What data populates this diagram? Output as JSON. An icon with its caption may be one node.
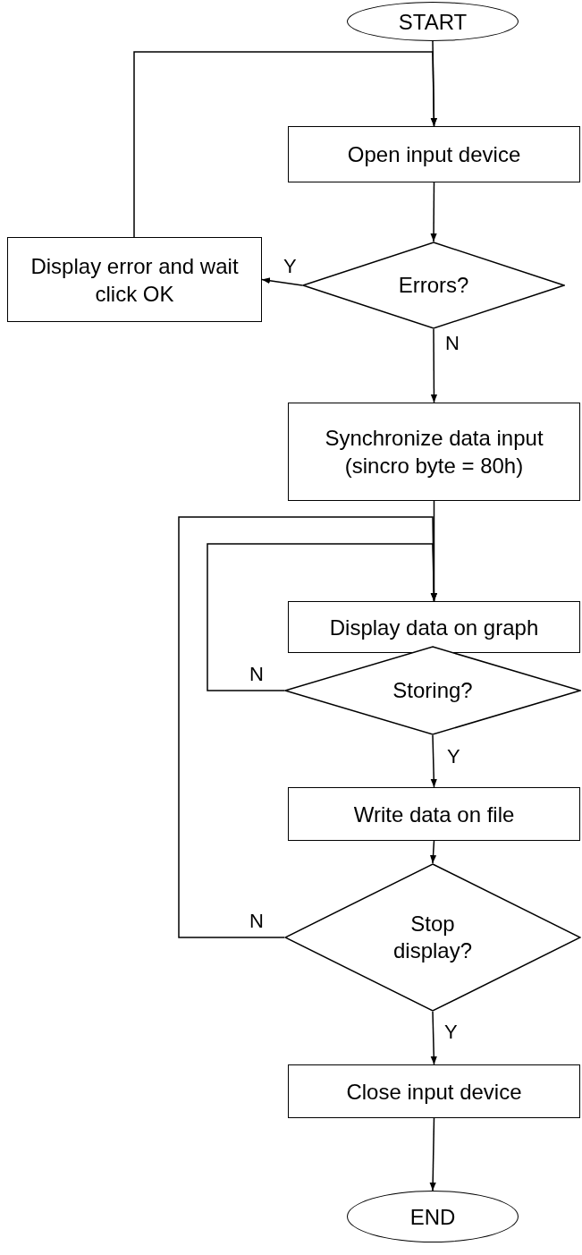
{
  "diagram": {
    "nodes": [
      {
        "text": [
          "START"
        ]
      },
      {
        "text": [
          "Open input device"
        ]
      },
      {
        "text": [
          "Errors?"
        ]
      },
      {
        "text": [
          "Display error and wait click OK"
        ]
      },
      {
        "text": [
          "Synchronize data input (sincro byte = 80h)"
        ]
      },
      {
        "text": [
          "Display data on graph"
        ]
      },
      {
        "text": [
          "Storing?"
        ]
      },
      {
        "text": [
          "Write data on file"
        ]
      },
      {
        "text": [
          "Stop display?"
        ]
      },
      {
        "text": [
          "Close input device"
        ]
      },
      {
        "text": [
          "END"
        ]
      }
    ],
    "edges": [
      {
        "from": 0,
        "to": 1,
        "arrow": "to"
      },
      {
        "from": 1,
        "to": 2,
        "arrow": "to"
      },
      {
        "from": 2,
        "to": 3,
        "arrow": "to",
        "label": "Y"
      },
      {
        "from": 3,
        "to": 1,
        "arrow": "to"
      },
      {
        "from": 2,
        "to": 4,
        "arrow": "to",
        "label": "N"
      },
      {
        "from": 4,
        "to": 5,
        "arrow": "to"
      },
      {
        "from": 6,
        "to": 5,
        "arrow": "to",
        "label": "N"
      },
      {
        "from": 6,
        "to": 7,
        "arrow": "to",
        "label": "Y"
      },
      {
        "from": 7,
        "to": 8,
        "arrow": "to"
      },
      {
        "from": 8,
        "to": 5,
        "arrow": "to",
        "label": "N"
      },
      {
        "from": 8,
        "to": 9,
        "arrow": "to",
        "label": "Y"
      },
      {
        "from": 9,
        "to": 10,
        "arrow": "to"
      }
    ]
  }
}
